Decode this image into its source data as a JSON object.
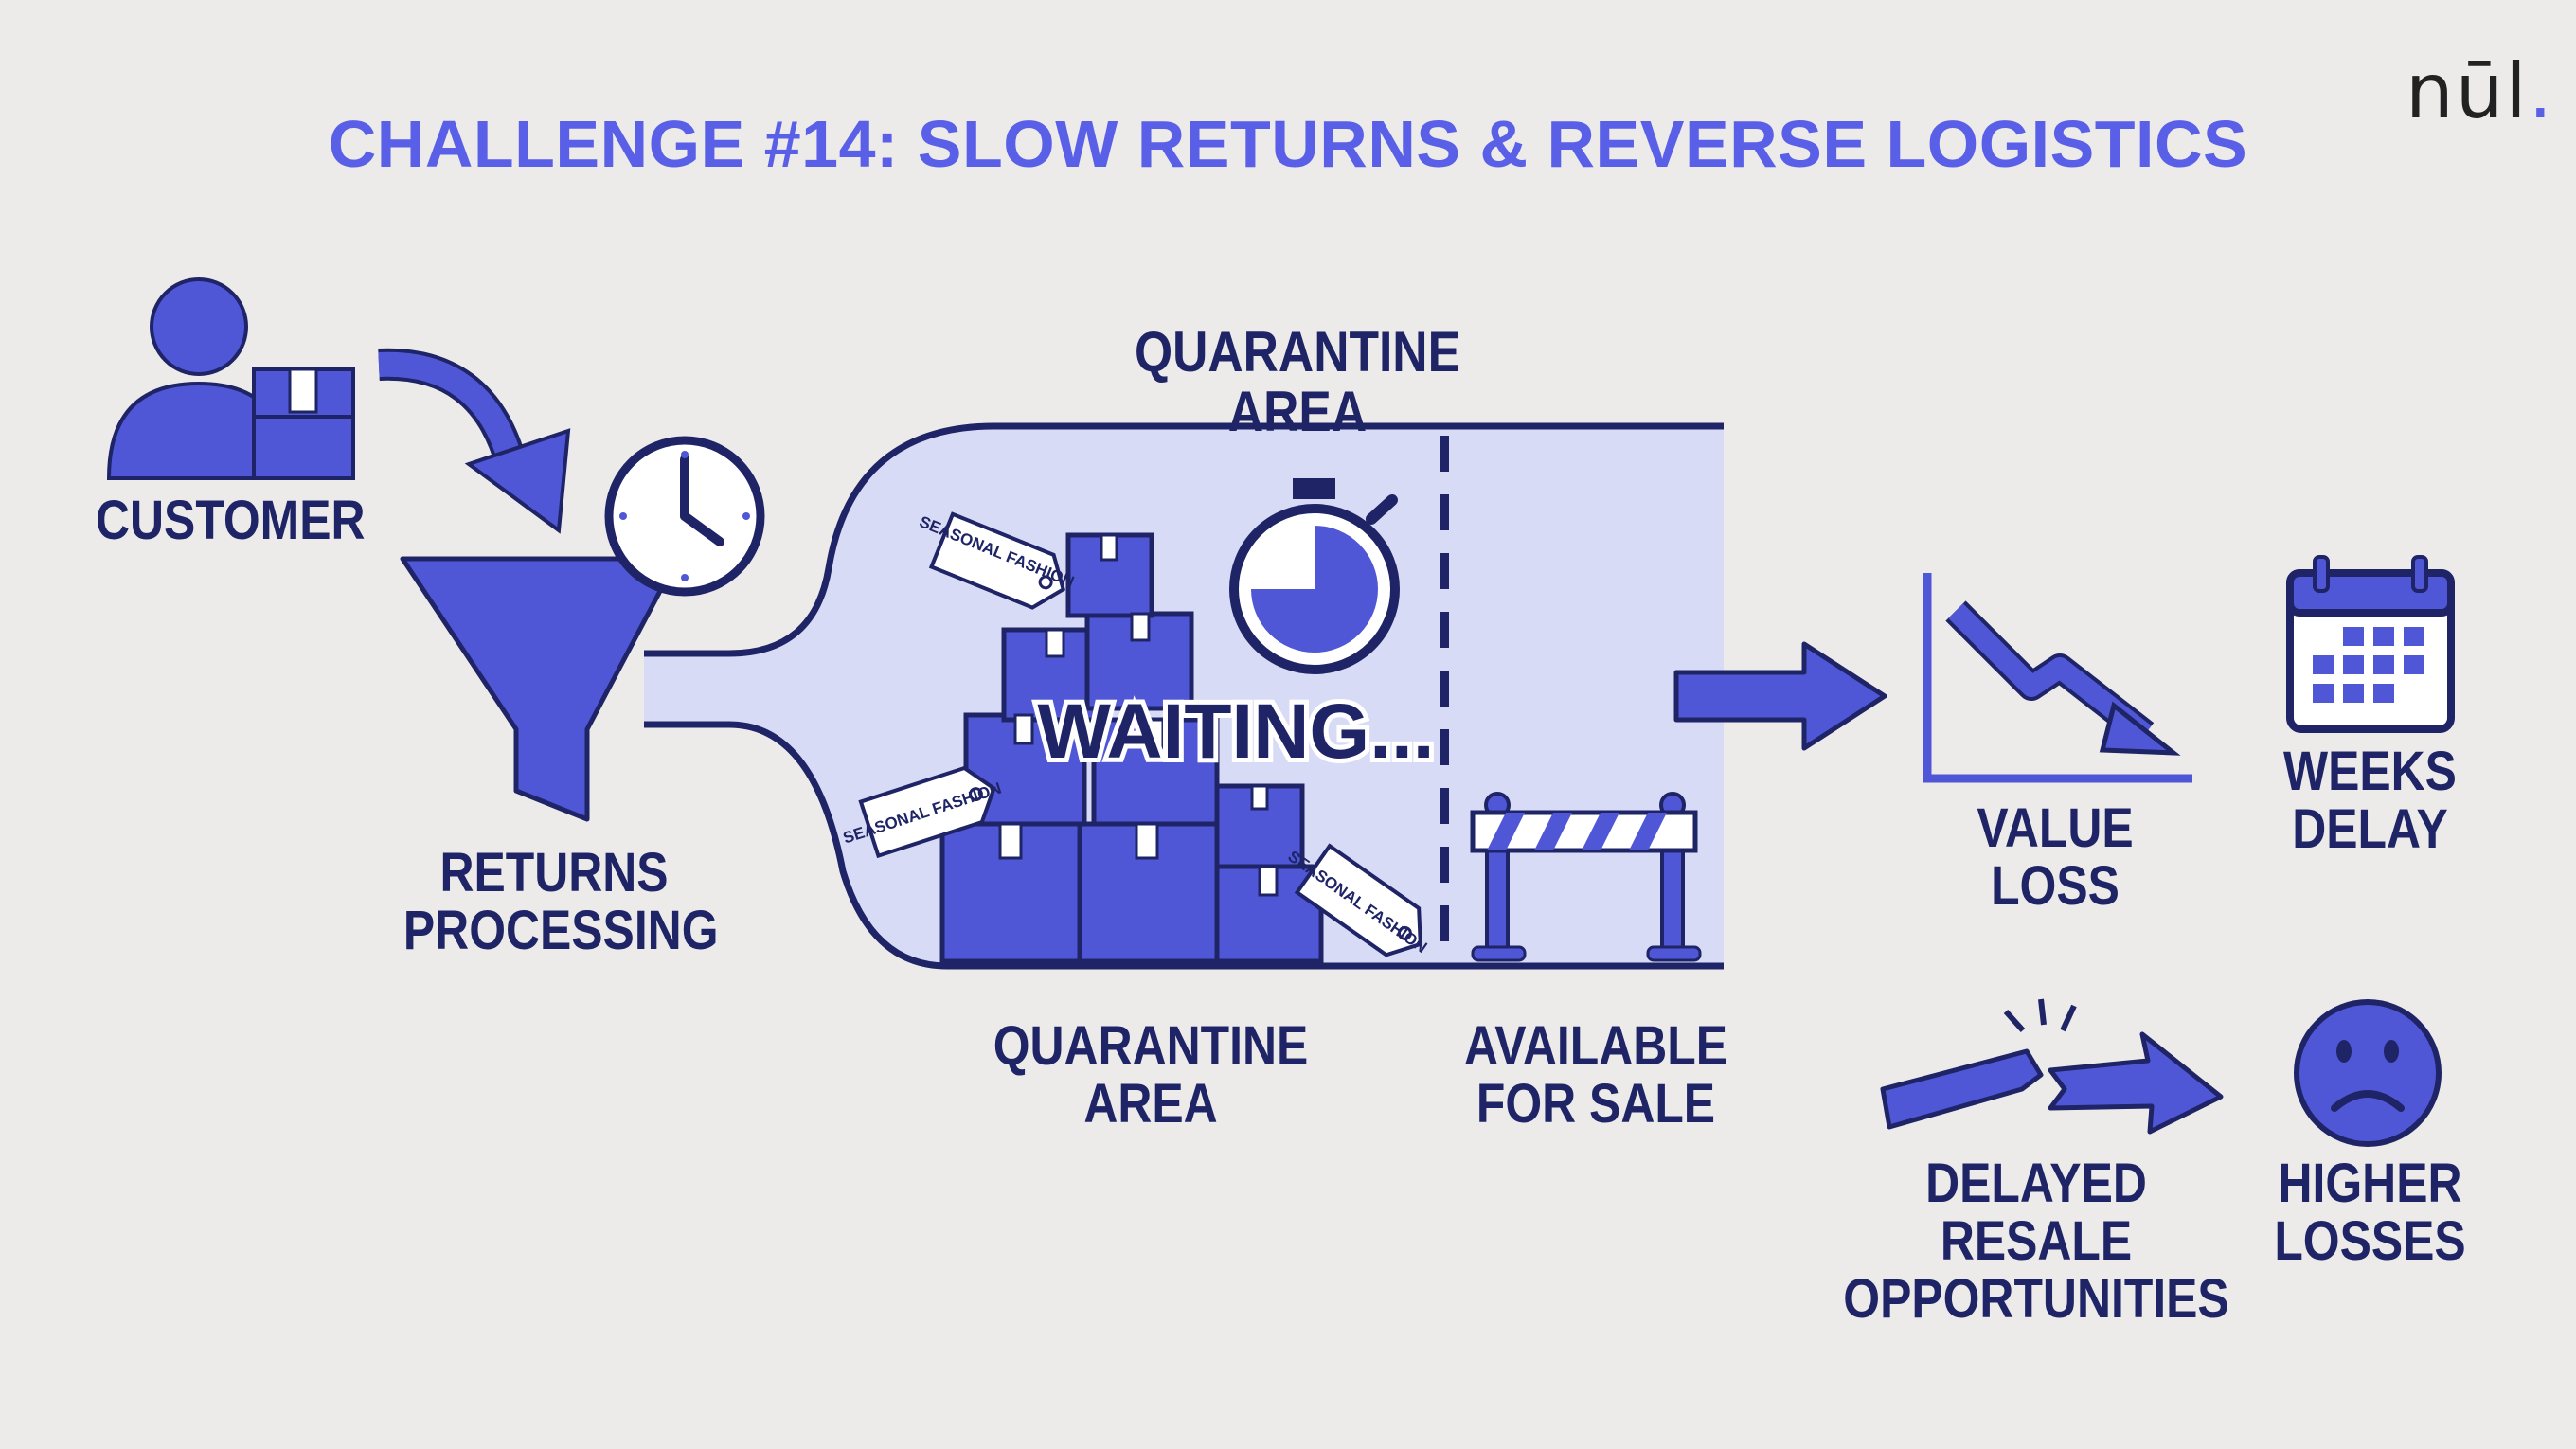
{
  "title": "CHALLENGE #14: SLOW RETURNS & REVERSE LOGISTICS",
  "logo": {
    "text": "nūl",
    "dot": "."
  },
  "labels": {
    "customer": "CUSTOMER",
    "returns_processing_1": "RETURNS",
    "returns_processing_2": "PROCESSING",
    "quarantine_top": "QUARANTINE AREA",
    "waiting": "WAITING...",
    "quarantine_bottom_1": "QUARANTINE",
    "quarantine_bottom_2": "AREA",
    "available_1": "AVAILABLE",
    "available_2": "FOR SALE",
    "value_loss": "VALUE LOSS",
    "weeks_delay_1": "WEEKS",
    "weeks_delay_2": "DELAY",
    "delayed_resale_1": "DELAYED RESALE",
    "delayed_resale_2": "OPPORTUNITIES",
    "higher_losses_1": "HIGHER",
    "higher_losses_2": "LOSSES"
  },
  "tags": [
    "SEASONAL FASHION",
    "SEASONAL FASHION",
    "SEASONAL FASHION"
  ],
  "colors": {
    "background": "#ECEBE9",
    "title": "#5A5FE8",
    "icon_fill": "#4F57D6",
    "navy": "#1E2466",
    "pale_fill": "#D8DBF5"
  },
  "icons": [
    "person-icon",
    "package-icon",
    "curved-arrow-icon",
    "clock-icon",
    "funnel-icon",
    "stopwatch-icon",
    "barrier-icon",
    "right-arrow-icon",
    "declining-chart-icon",
    "calendar-icon",
    "broken-arrow-icon",
    "sad-face-icon"
  ]
}
